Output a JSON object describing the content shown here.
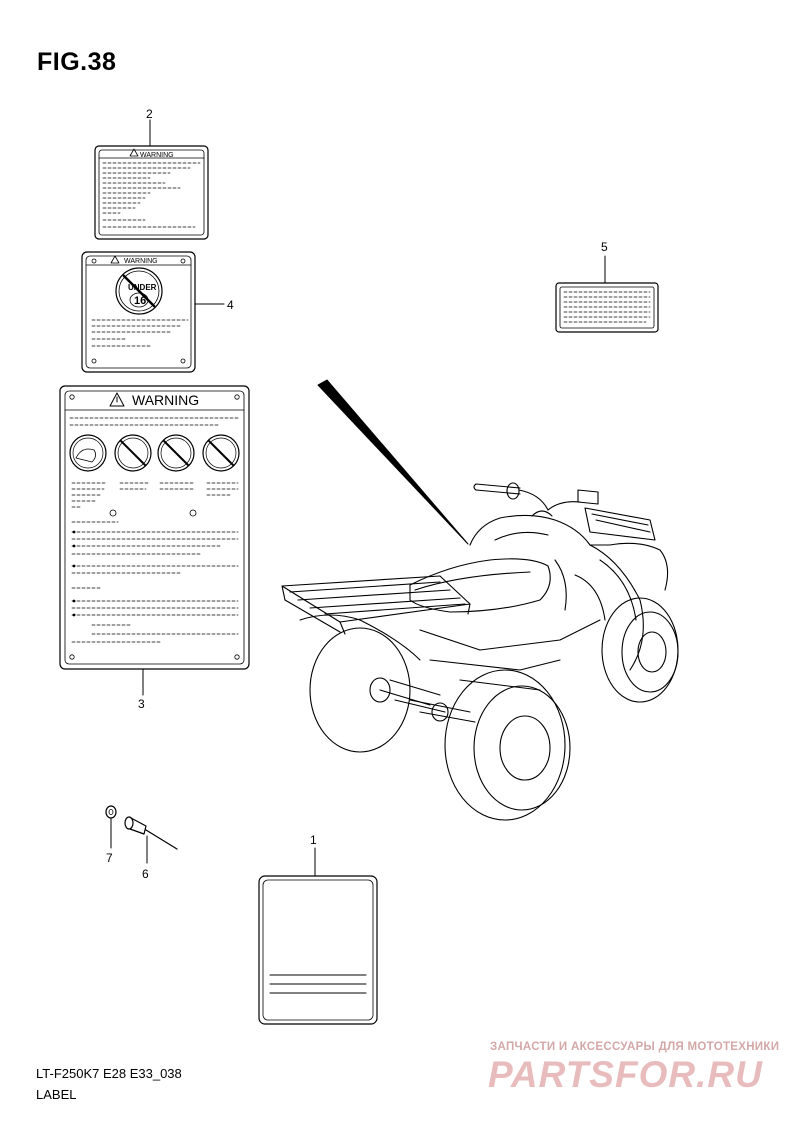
{
  "figure": {
    "title": "FIG.38",
    "model_code": "LT-F250K7 E28 E33_038",
    "section_name": "LABEL"
  },
  "labels": {
    "warning_text": "WARNING",
    "under16_line1": "UNDER",
    "under16_line2": "16"
  },
  "callouts": [
    "1",
    "2",
    "3",
    "4",
    "5",
    "6",
    "7"
  ],
  "watermark": {
    "tagline": "ЗАПЧАСТИ И АКСЕССУАРЫ ДЛЯ МОТОТЕХНИКИ",
    "brand": "PARTSFOR.RU",
    "color": "#e8bcbc"
  }
}
